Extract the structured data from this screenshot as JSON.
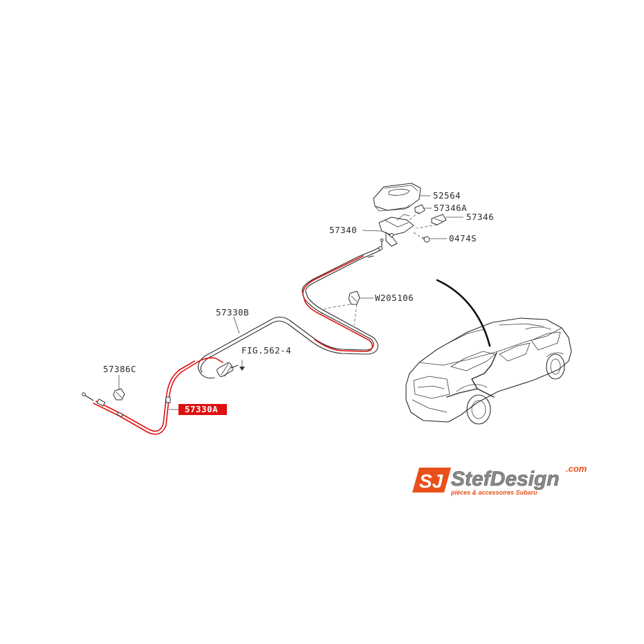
{
  "callouts": {
    "p52564": "52564",
    "p57346A": "57346A",
    "p57346": "57346",
    "p57340": "57340",
    "p0474S": "0474S",
    "pW205106": "W205106",
    "p57330B": "57330B",
    "pFIG": "FIG.562-4",
    "p57386C": "57386C",
    "p57330A": "57330A"
  },
  "highlight": {
    "part": "57330A",
    "color": "#e01010"
  },
  "logo": {
    "mark": "SJ",
    "wordmark": "StefDesign",
    "domain": ".com",
    "tagline": "pièces & accessoires Subaru",
    "orange": "#e8501a",
    "gray": "#8a8a8a"
  },
  "icons": [
    "cable-assembly",
    "opener-handle",
    "car-outline",
    "logo-mark"
  ]
}
